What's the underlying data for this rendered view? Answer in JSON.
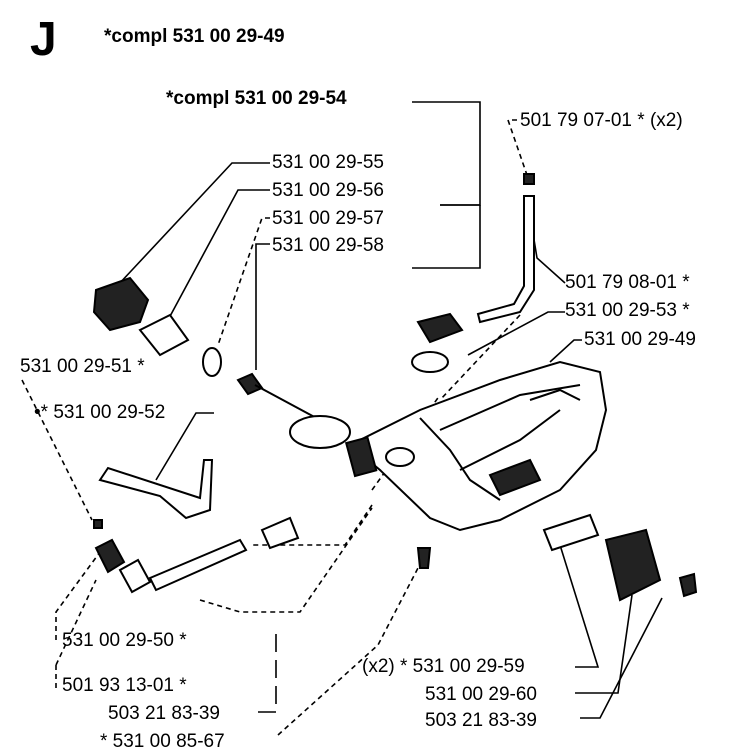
{
  "section_letter": "J",
  "assembly_title": "*compl 531 00 29-49",
  "subassembly_title": "*compl 531 00 29-54",
  "labels": {
    "p_501790701": "501 79 07-01 * (x2)",
    "p_531002955": "531 00 29-55",
    "p_531002956": "531 00 29-56",
    "p_531002957": "531 00 29-57",
    "p_531002958": "531 00 29-58",
    "p_501790801": "501 79 08-01 *",
    "p_531002953": "531 00 29-53 *",
    "p_531002949": "531 00 29-49",
    "p_531002951": "531 00 29-51 *",
    "p_531002952": "•* 531 00 29-52",
    "p_531002950": "531 00 29-50 *",
    "p_501931301": "501 93 13-01 *",
    "p_503218339_left": "503 21 83-39",
    "p_531008567": "* 531 00 85-67",
    "p_531002959": "(x2) * 531 00 29-59",
    "p_531002960": "531 00 29-60",
    "p_503218339_right": "503 21 83-39"
  }
}
